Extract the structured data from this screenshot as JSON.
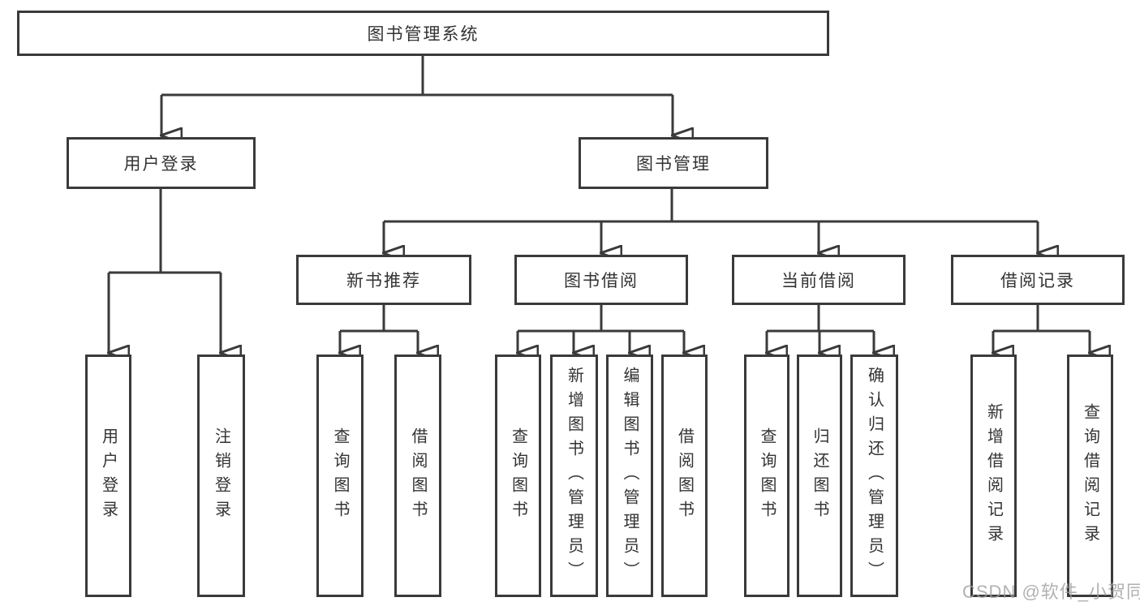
{
  "tree": {
    "root": {
      "label": "图书管理系统"
    },
    "user_login": {
      "label": "用户登录",
      "children": [
        {
          "label": "用户登录"
        },
        {
          "label": "注销登录"
        }
      ]
    },
    "book_management": {
      "label": "图书管理",
      "children": [
        {
          "label": "新书推荐",
          "children": [
            {
              "label": "查询图书"
            },
            {
              "label": "借阅图书"
            }
          ]
        },
        {
          "label": "图书借阅",
          "children": [
            {
              "label": "查询图书"
            },
            {
              "label": "新增图书（管理员）"
            },
            {
              "label": "编辑图书（管理员）"
            },
            {
              "label": "借阅图书"
            }
          ]
        },
        {
          "label": "当前借阅",
          "children": [
            {
              "label": "查询图书"
            },
            {
              "label": "归还图书"
            },
            {
              "label": "确认归还（管理员）"
            }
          ]
        },
        {
          "label": "借阅记录",
          "children": [
            {
              "label": "新增借阅记录"
            },
            {
              "label": "查询借阅记录"
            }
          ]
        }
      ]
    },
    "watermark": {
      "text": "CSDN @软件_小贺同学"
    },
    "colors": {
      "line": "#3a3a3a",
      "text": "#333333",
      "watermark": "#9e9e9e",
      "background": "#ffffff"
    }
  }
}
